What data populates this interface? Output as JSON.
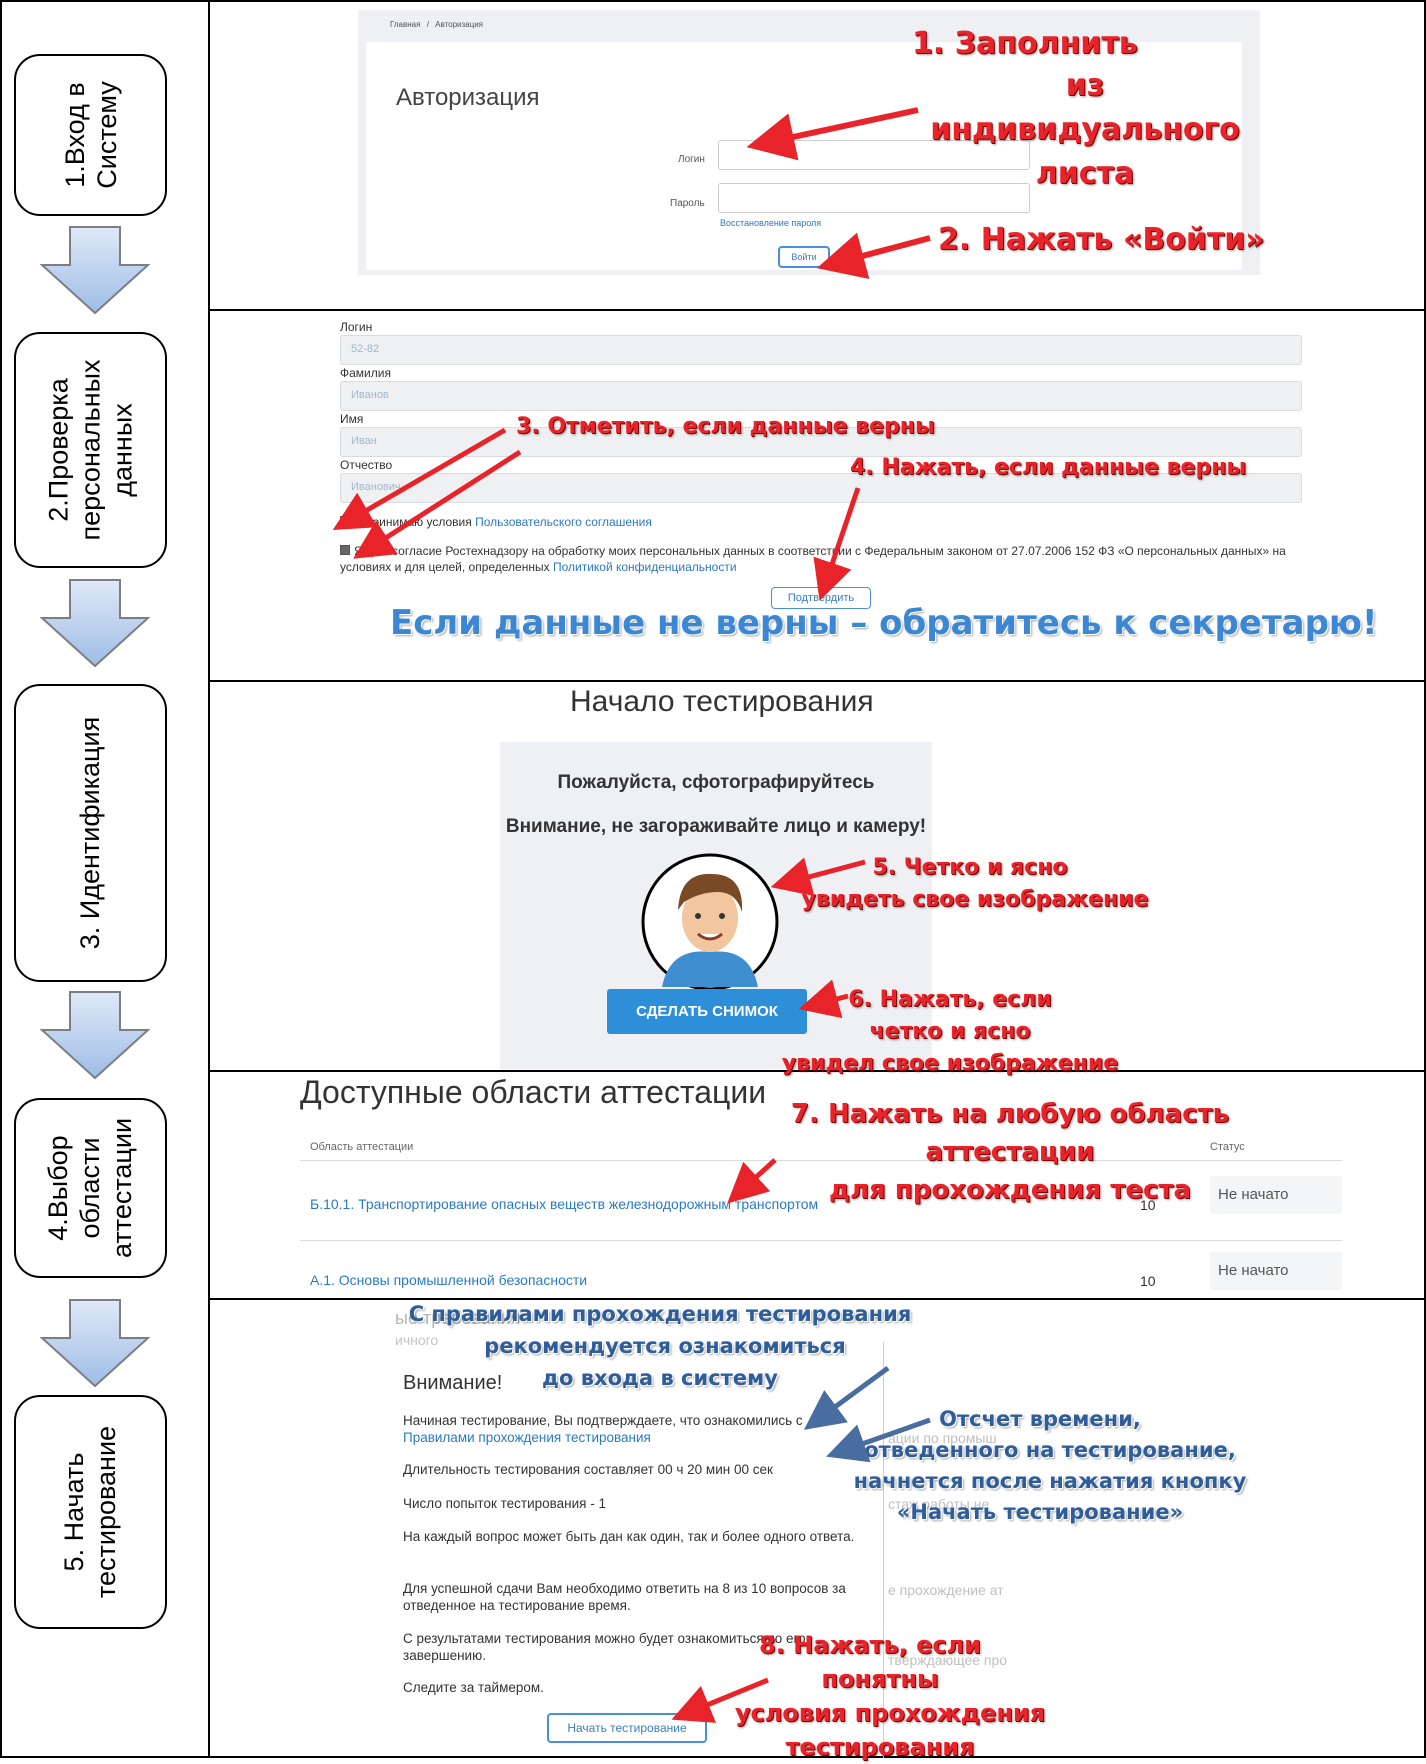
{
  "steps": [
    {
      "label_line1": "1.Вход в",
      "label_line2": "Систему"
    },
    {
      "label_line1": "2.Проверка",
      "label_line2": "персональных",
      "label_line3": "данных"
    },
    {
      "label_line1": "3. Идентификация"
    },
    {
      "label_line1": "4.Выбор",
      "label_line2": "области",
      "label_line3": "аттестации"
    },
    {
      "label_line1": "5. Начать",
      "label_line2": "тестирование"
    }
  ],
  "section1": {
    "breadcrumb_home": "Главная",
    "breadcrumb_sep": "/",
    "breadcrumb_current": "Авторизация",
    "title": "Авторизация",
    "login_label": "Логин",
    "password_label": "Пароль",
    "restore_link": "Восстановление пароля",
    "login_button": "Войти",
    "ann1_line1": "1. Заполнить",
    "ann1_line2": "из индивидуального",
    "ann1_line3": "листа",
    "ann2": "2. Нажать «Войти»"
  },
  "section2": {
    "login_label": "Логин",
    "login_value": "52-82",
    "surname_label": "Фамилия",
    "surname_value": "Иванов",
    "name_label": "Имя",
    "name_value": "Иван",
    "patronymic_label": "Отчество",
    "patronymic_value": "Иванович",
    "agree_text": "Я принимаю условия ",
    "agree_link": "Пользовательского соглашения",
    "consent_text": "Я даю согласие Ростехнадзору на обработку моих персональных данных в соответствии с Федеральным законом от 27.07.2006 152 ФЗ «О персональных данных» на условиях и для целей, определенных ",
    "consent_link": "Политикой конфиденциальности",
    "confirm_button": "Подтвердить",
    "ann3": "3. Отметить, если данные верны",
    "ann4": "4. Нажать, если данные верны",
    "warning": "Если данные не верны – обратитесь к секретарю!"
  },
  "section3": {
    "title": "Начало тестирования",
    "photo_prompt": "Пожалуйста, сфотографируйтесь",
    "attention": "Внимание, не загораживайте лицо и камеру!",
    "snapshot_button": "СДЕЛАТЬ СНИМОК",
    "ann5_line1": "5. Четко и ясно",
    "ann5_line2": "увидеть свое изображение",
    "ann6_line1": "6. Нажать, если",
    "ann6_line2": "четко и ясно",
    "ann6_line3": "увидел свое изображение"
  },
  "section4": {
    "title": "Доступные области аттестации",
    "col_area": "Область аттестации",
    "col_status": "Статус",
    "rows": [
      {
        "area": "Б.10.1. Транспортирование опасных веществ железнодорожным транспортом",
        "count": "10",
        "status": "Не начато"
      },
      {
        "area": "А.1. Основы промышленной безопасности",
        "count": "10",
        "status": "Не начато"
      }
    ],
    "ann7_line1": "7. Нажать на любую область аттестации",
    "ann7_line2": "для прохождения теста"
  },
  "section5": {
    "bg_top": "ые требования",
    "bg_top2": "ичного",
    "attention_title": "Внимание!",
    "p1_text": "Начиная тестирование, Вы подтверждаете, что ознакомились с ",
    "p1_link": "Правилами прохождения тестирования",
    "p2": "Длительность тестирования составляет 00 ч 20 мин 00 сек",
    "p3": "Число попыток тестирования - 1",
    "p4": "На каждый вопрос может быть дан как один, так и более одного ответа.",
    "p5": "Для успешной сдачи Вам необходимо ответить на 8 из 10 вопросов за отведенное на тестирование время.",
    "p6": "С результатами тестирования можно будет ознакомиться по его завершению.",
    "p7": "Следите за таймером.",
    "start_button": "Начать тестирование",
    "bg_right1": "ации по промыш",
    "bg_right2": "стаж работы не",
    "bg_right3": "е прохождение ат",
    "bg_right4": "тверждающее про",
    "ann_rules_line1": "С правилами прохождения тестирования",
    "ann_rules_line2": "рекомендуется ознакомиться",
    "ann_rules_line3": "до входа в систему",
    "ann_time_line1": "Отсчет времени,",
    "ann_time_line2": "отведенного на тестирование,",
    "ann_time_line3": "начнется после нажатия кнопку",
    "ann_time_line4": "«Начать тестирование»",
    "ann8_line1": "8. Нажать, если",
    "ann8_line2": "понятны",
    "ann8_line3": "условия прохождения",
    "ann8_line4": "тестирования"
  }
}
